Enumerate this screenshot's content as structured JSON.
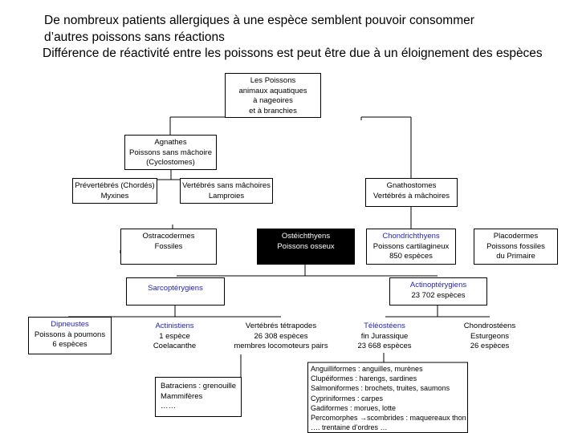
{
  "header": {
    "line1": "De nombreux patients allergiques à une espèce  semblent pouvoir consommer",
    "line2": "d’autres poissons sans réactions",
    "line3": "Différence de réactivité entre les poissons est peut être due à un éloignement des espèces"
  },
  "nodes": {
    "poissons": [
      "Les Poissons",
      "animaux aquatiques",
      "à nageoires",
      "et à branchies"
    ],
    "agnathes": [
      "Agnathes",
      "Poissons sans mâchoire",
      "(Cyclostomes)"
    ],
    "prevertebres": [
      "Prévertébrés (Chordés)",
      "Myxines"
    ],
    "lamproies": [
      "Vertébrés sans mâchoires",
      "Lamproies"
    ],
    "gnathostomes": [
      "Gnathostomes",
      "Vertébrés à mâchoires"
    ],
    "ostracodermes": [
      "Ostracodermes",
      "Fossiles"
    ],
    "osteichthyens": [
      "Ostéichthyens",
      "Poissons osseux"
    ],
    "chondrichthyens": [
      "Chondrichthyens",
      "Poissons cartilagineux",
      "850 espèces"
    ],
    "placodermes": [
      "Placodermes",
      "Poissons fossiles",
      "du Primaire"
    ],
    "sarcopterygiens": [
      "Sarcoptérygiens"
    ],
    "actinopterygiens": [
      "Actinoptérygiens",
      "23 702 espèces"
    ],
    "dipneustes": [
      "Dipneustes",
      "Poissons à poumons",
      "6 espèces"
    ],
    "actinistiens": [
      "Actinistiens",
      "1 espèce",
      "Coelacanthe"
    ],
    "tetrapodes": [
      "Vertébrés tétrapodes",
      "26 308 espèces",
      "membres locomoteurs pairs"
    ],
    "teleosteens": [
      "Téléostéens",
      "fin Jurassique",
      "23 668 espèces"
    ],
    "chondrosteens": [
      "Chondrostéens",
      "Esturgeons",
      "26 espèces"
    ],
    "batraciens": [
      "Batraciens : grenouille",
      "Mammifères",
      "……"
    ],
    "orders": [
      "Anguilliformes  : anguilles, murènes",
      "Clupéiformes  : harengs, sardines",
      "Salmoniformes : brochets, truites, saumons",
      "Cypriniformes  : carpes",
      "Gadiformes      : morues, lotte",
      "Percomorphes →scombrides : maquereaux thon",
      "…. trentaine d’ordres …"
    ]
  },
  "colors": {
    "accent_text": "#1f1fbf",
    "box_border": "#000000",
    "dark_fill": "#000000"
  }
}
